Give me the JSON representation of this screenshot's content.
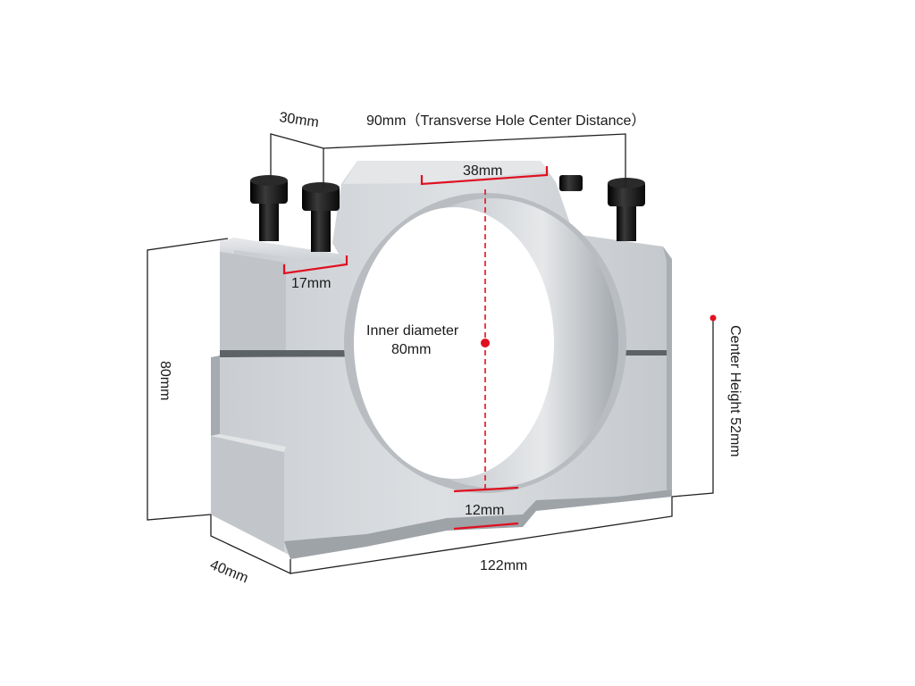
{
  "labels": {
    "bolt_spacing": "30mm",
    "hole_distance": "90mm（Transverse Hole Center Distance）",
    "top_flat": "38mm",
    "ear_width": "17mm",
    "inner_diameter_line1": "Inner diameter",
    "inner_diameter_line2": "80mm",
    "height": "80mm",
    "center_height": "Center Height  52mm",
    "bottom_gap": "12mm",
    "depth": "40mm",
    "width": "122mm"
  },
  "colors": {
    "aluminum_light": "#d3d6d9",
    "aluminum_mid": "#b9bdc1",
    "aluminum_dark": "#8e9398",
    "bore": "#a9adb2",
    "bolt": "#151515",
    "accent_red": "#e01020"
  }
}
